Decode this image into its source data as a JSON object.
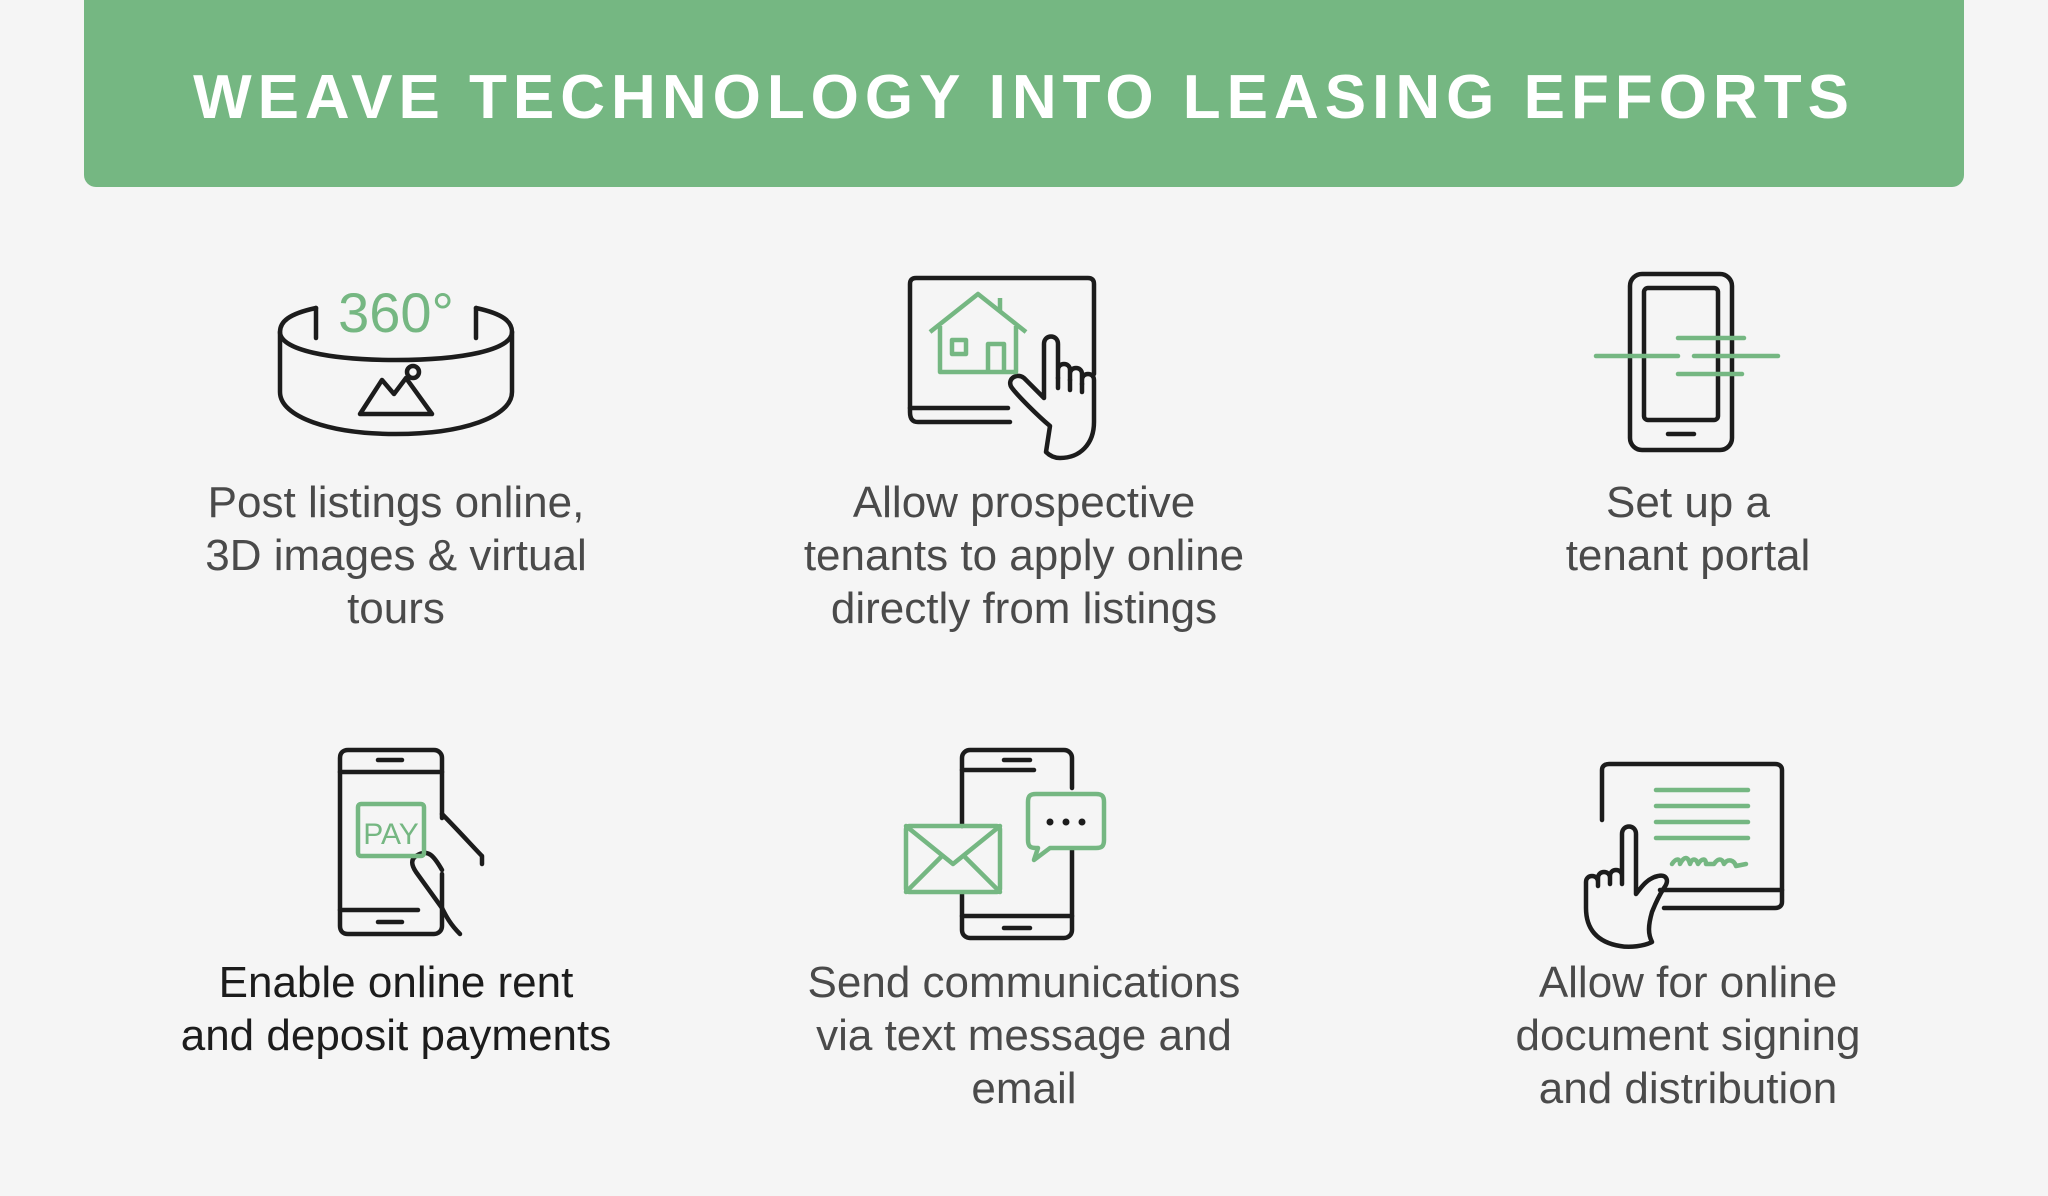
{
  "banner": {
    "title": "WEAVE TECHNOLOGY INTO LEASING EFFORTS"
  },
  "colors": {
    "accent": "#75b782",
    "icon_stroke": "#1c1c1c",
    "text": "#4a4a4a",
    "background": "#f5f5f5"
  },
  "items": [
    {
      "icon": "360-view-icon",
      "icon_text": "360°",
      "lines": [
        "Post listings online,",
        "3D images & virtual",
        "tours"
      ]
    },
    {
      "icon": "tablet-house-tap-icon",
      "lines": [
        "Allow prospective",
        "tenants to apply online",
        "directly from listings"
      ]
    },
    {
      "icon": "phone-speed-lines-icon",
      "lines": [
        "Set up a",
        "tenant portal"
      ]
    },
    {
      "icon": "phone-pay-icon",
      "icon_text": "PAY",
      "lines": [
        "Enable online rent",
        "and deposit payments"
      ]
    },
    {
      "icon": "phone-message-email-icon",
      "lines": [
        "Send communications",
        "via text message and",
        "email"
      ]
    },
    {
      "icon": "document-signing-icon",
      "lines": [
        "Allow for online",
        "document signing",
        "and distribution"
      ]
    }
  ]
}
